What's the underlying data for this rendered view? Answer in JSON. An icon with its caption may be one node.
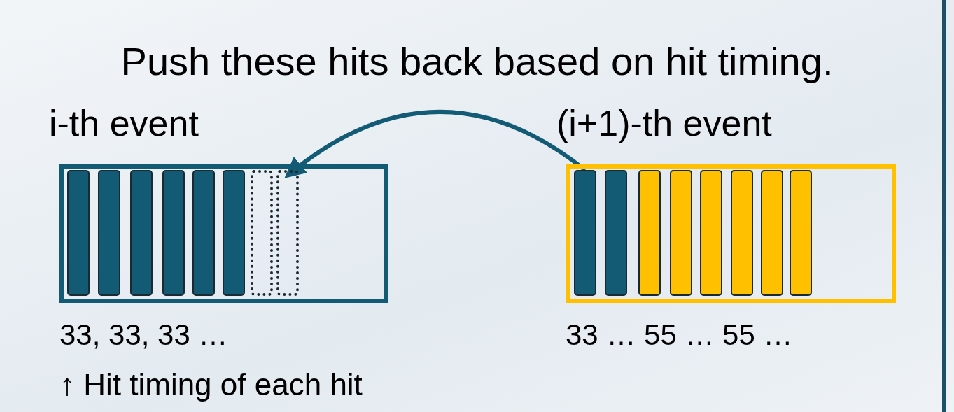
{
  "diagram": {
    "title": "Push these hits back based on hit timing.",
    "nodes": [
      {
        "text": [
          "i-th event"
        ],
        "beside": [
          "33, 33, 33 …"
        ]
      },
      {
        "text": [],
        "shape": "bar",
        "in": 0
      },
      {
        "text": [],
        "shape": "bar",
        "in": 0
      },
      {
        "text": [],
        "shape": "bar",
        "in": 0
      },
      {
        "text": [],
        "shape": "bar",
        "in": 0
      },
      {
        "text": [],
        "shape": "bar",
        "in": 0
      },
      {
        "text": [],
        "shape": "bar",
        "in": 0
      },
      {
        "text": [],
        "shape": "bar",
        "in": 0
      },
      {
        "text": [],
        "shape": "bar",
        "in": 0
      },
      {
        "text": [
          "(i+1)-th event"
        ],
        "beside": [
          "33 … 55 … 55 …"
        ]
      },
      {
        "text": [],
        "shape": "bar",
        "in": 9
      },
      {
        "text": [],
        "shape": "bar",
        "in": 9
      },
      {
        "text": [],
        "shape": "bar",
        "in": 9
      },
      {
        "text": [],
        "shape": "bar",
        "in": 9
      },
      {
        "text": [],
        "shape": "bar",
        "in": 9
      },
      {
        "text": [],
        "shape": "bar",
        "in": 9
      },
      {
        "text": [],
        "shape": "bar",
        "in": 9
      },
      {
        "text": [],
        "shape": "bar",
        "in": 9
      }
    ],
    "edges": [
      {
        "from": 10,
        "to": 8,
        "arrow": "to"
      }
    ],
    "labels": [
      "↑ Hit timing of each hit"
    ]
  }
}
